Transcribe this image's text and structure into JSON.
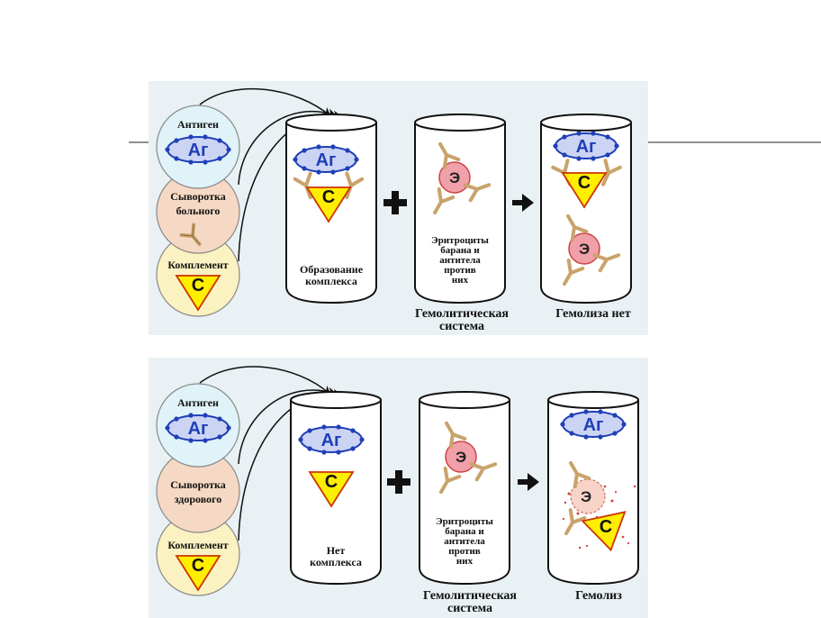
{
  "colors": {
    "panel_bg": "#e9f1f5",
    "antigen_circle": "#dff3f8",
    "serum_circle": "#f6d9c4",
    "complement_circle": "#fbf2c2",
    "antigen_ellipse": "#ccd4f4",
    "antigen_outline": "#1f3fb8",
    "complement_triangle": "#ffee00",
    "complement_outline": "#cc3300",
    "erythrocyte": "#f0a0a8",
    "erythrocyte_lysed": "#f7d3c8",
    "antibody": "#c9a36b"
  },
  "symbols": {
    "antigen": "Аг",
    "complement": "С",
    "erythrocyte": "Э"
  },
  "panel_top": {
    "antigen_label": "Антиген",
    "serum_label_1": "Сыворотка",
    "serum_label_2": "больного",
    "complement_label": "Комплемент",
    "tube1_label_1": "Образование",
    "tube1_label_2": "комплекса",
    "tube2_label_1": "Эритроциты",
    "tube2_label_2": "барана и",
    "tube2_label_3": "антитела",
    "tube2_label_4": "против",
    "tube2_label_5": "них",
    "system_label_1": "Гемолитическая",
    "system_label_2": "система",
    "result_label": "Гемолиза нет"
  },
  "panel_bottom": {
    "antigen_label": "Антиген",
    "serum_label_1": "Сыворотка",
    "serum_label_2": "здорового",
    "complement_label": "Комплемент",
    "tube1_label_1": "Нет",
    "tube1_label_2": "комплекса",
    "tube2_label_1": "Эритроциты",
    "tube2_label_2": "барана и",
    "tube2_label_3": "антитела",
    "tube2_label_4": "против",
    "tube2_label_5": "них",
    "system_label_1": "Гемолитическая",
    "system_label_2": "система",
    "result_label": "Гемолиз"
  }
}
